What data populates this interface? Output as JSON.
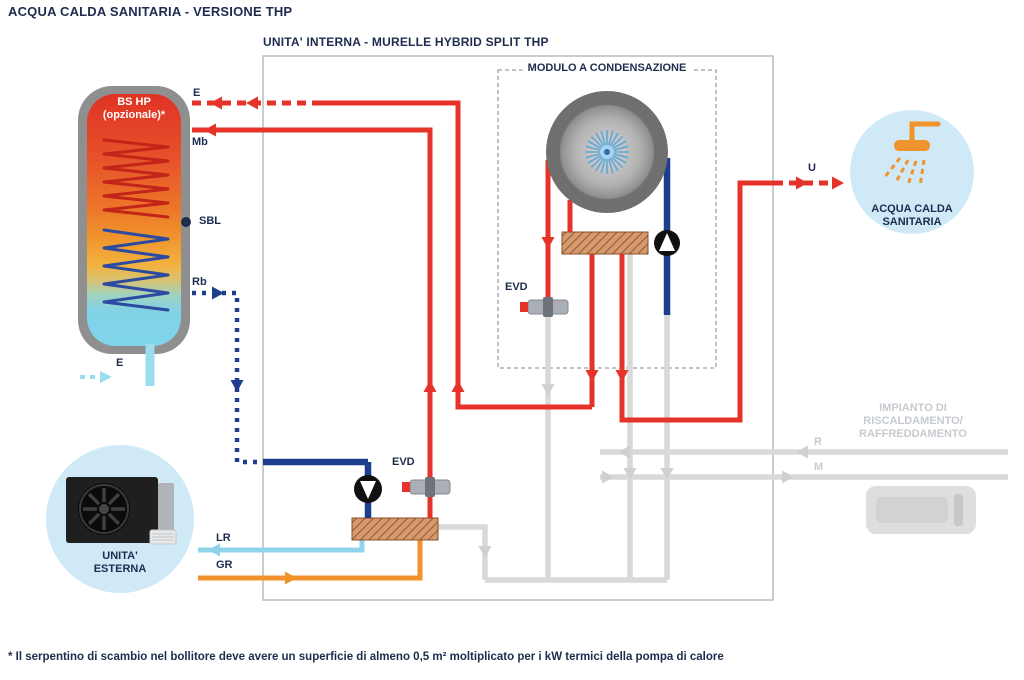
{
  "page": {
    "title": "ACQUA CALDA SANITARIA - VERSIONE THP",
    "footnote": "* Il serpentino di scambio nel bollitore deve avere un superficie di almeno 0,5 m² moltiplicato per i kW termici della pompa di calore"
  },
  "diagram": {
    "indoor_unit_title": "UNITA' INTERNA - MURELLE HYBRID SPLIT THP",
    "condensing_module_label": "MODULO A CONDENSAZIONE",
    "tank": {
      "name_line1": "BS HP",
      "name_line2": "(opzionale)*",
      "port_e_top": "E",
      "port_mb": "Mb",
      "sensor_sbl": "SBL",
      "port_rb": "Rb",
      "port_e_bottom": "E"
    },
    "valve_evd_top": "EVD",
    "valve_evd_mid": "EVD",
    "port_u": "U",
    "port_r": "R",
    "port_m": "M",
    "port_lr": "LR",
    "port_gr": "GR",
    "shower": {
      "line1": "ACQUA CALDA",
      "line2": "SANITARIA"
    },
    "heating": {
      "line1": "IMPIANTO DI",
      "line2": "RISCALDAMENTO/",
      "line3": "RAFFREDDAMENTO"
    },
    "outdoor": {
      "line1": "UNITA'",
      "line2": "ESTERNA"
    }
  },
  "colors": {
    "text_navy": "#1e2c4e",
    "inactive_text": "#c6cbd0",
    "pipe_red": "#e5332a",
    "pipe_blue": "#1d3d8f",
    "pipe_cyan": "#8fd4e8",
    "pipe_orange": "#f0932d",
    "pipe_gray": "#d9d9d9",
    "circle_bg": "#cfe9f7",
    "exchanger_fill": "#d59a6f"
  }
}
